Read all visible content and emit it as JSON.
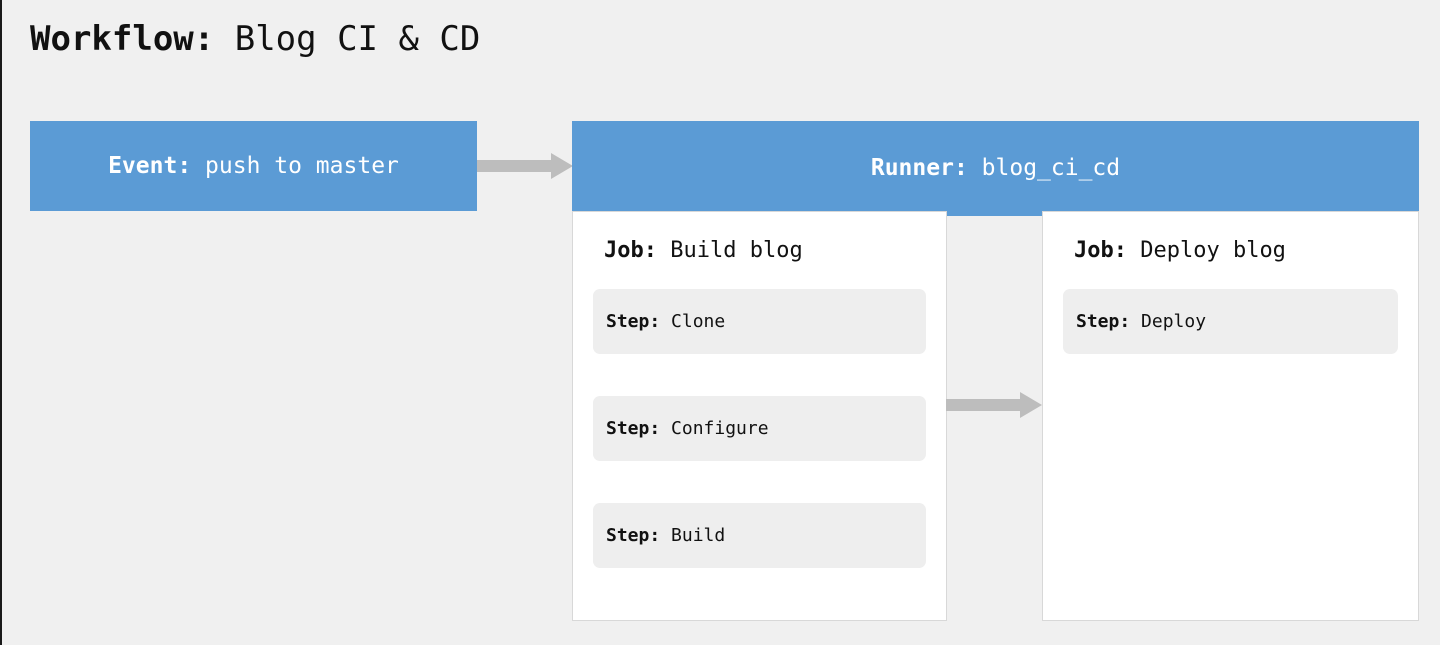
{
  "title": {
    "key": "Workflow:",
    "value": "Blog CI & CD"
  },
  "event": {
    "key": "Event:",
    "value": "push to master"
  },
  "runner": {
    "key": "Runner:",
    "value": "blog_ci_cd"
  },
  "jobs": [
    {
      "key": "Job:",
      "value": "Build blog",
      "steps": [
        {
          "key": "Step:",
          "value": "Clone"
        },
        {
          "key": "Step:",
          "value": "Configure"
        },
        {
          "key": "Step:",
          "value": "Build"
        }
      ]
    },
    {
      "key": "Job:",
      "value": "Deploy blog",
      "steps": [
        {
          "key": "Step:",
          "value": "Deploy"
        }
      ]
    }
  ],
  "arrows": [
    {
      "name": "event-to-runner",
      "from": "Event: push to master",
      "to": "Runner: blog_ci_cd"
    },
    {
      "name": "build-to-deploy",
      "from": "Job: Build blog",
      "to": "Job: Deploy blog"
    }
  ],
  "colors": {
    "accent_blue": "#5b9bd5",
    "page_background": "#f0f0f0",
    "card_background": "#ffffff",
    "step_background": "#eeeeee",
    "arrow_gray": "#bdbdbd",
    "text": "#111111",
    "text_on_accent": "#ffffff"
  }
}
